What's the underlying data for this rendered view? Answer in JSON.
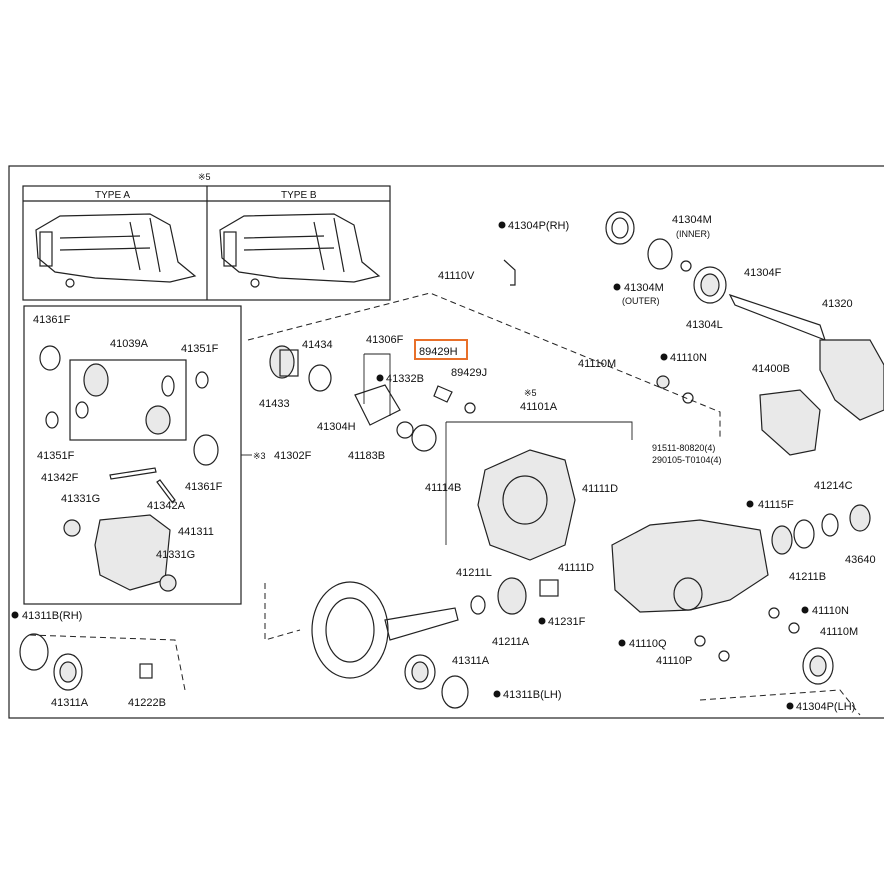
{
  "notes": {
    "top": "※5",
    "middle": "※5",
    "mid_left": "※3"
  },
  "panels": {
    "type_a": "TYPE A",
    "type_b": "TYPE B"
  },
  "highlight_color": "#e8702a",
  "labels": {
    "p41304P_RH": "41304P(RH)",
    "p41304M": "41304M",
    "p41304M_inner": "(INNER)",
    "p41304M2": "41304M",
    "p41304M_outer": "(OUTER)",
    "p41304F": "41304F",
    "p41304L": "41304L",
    "p41320": "41320",
    "p41110V": "41110V",
    "p41361F_a": "41361F",
    "p41039A": "41039A",
    "p41351F_a": "41351F",
    "p41434": "41434",
    "p41306F": "41306F",
    "p89429H": "89429H",
    "p41332B": "41332B",
    "p89429J": "89429J",
    "p41110M_a": "41110M",
    "p41110N_a": "41110N",
    "p41400B": "41400B",
    "p41433": "41433",
    "p41304H": "41304H",
    "p41101A": "41101A",
    "p41351F_b": "41351F",
    "p41302F": "41302F",
    "p41183B": "41183B",
    "p91511": "91511-80820(4)",
    "p290105": "290105-T0104(4)",
    "p41342F": "41342F",
    "p41361F_b": "41361F",
    "p41114B": "41114B",
    "p41111D_a": "41111D",
    "p41214C": "41214C",
    "p41331G_a": "41331G",
    "p41342A": "41342A",
    "p41115F": "41115F",
    "p441311": "441311",
    "p41331G_b": "41331G",
    "p41111D_b": "41111D",
    "p43640": "43640",
    "p41211B": "41211B",
    "p41211L": "41211L",
    "p41231F": "41231F",
    "p41311B_RH": "41311B(RH)",
    "p41110N_b": "41110N",
    "p41211A": "41211A",
    "p41110M_b": "41110M",
    "p41110Q": "41110Q",
    "p41311A_a": "41311A",
    "p41110P": "41110P",
    "p41311A_b": "41311A",
    "p41222B": "41222B",
    "p41311B_LH": "41311B(LH)",
    "p41304P_LH": "41304P(LH)"
  }
}
